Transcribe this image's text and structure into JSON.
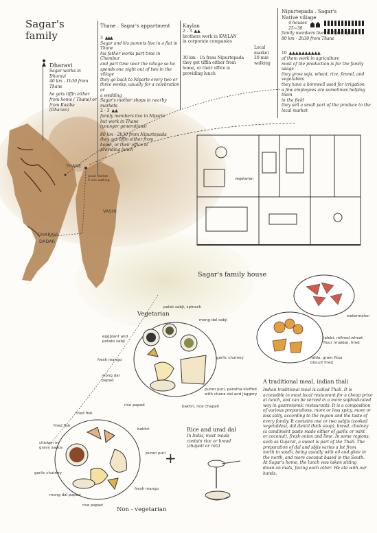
{
  "title": {
    "line1": "Sagar's",
    "line2": "family"
  },
  "dharavi": {
    "heading": "Dharavi",
    "lines": [
      "Sagar works in",
      "Dharavi",
      "40 km - 1h30 from",
      "Thane"
    ],
    "lines2": [
      "he gets tiffin either",
      "from home ( Thane) or",
      "from Kasiba",
      "(Dharavi)"
    ]
  },
  "thane": {
    "heading": "Thane . Sagar's appartment",
    "count1": "3",
    "lines1": [
      "Sagar and his parents live in a flat in",
      "Thane",
      "his father works part time in Chembur",
      "and part time near the village so he",
      "spends one night out of two in the",
      "village",
      "they go back to Niparte every two or",
      "three weeks, usually for a celebration or",
      "a wedding",
      "Sagar's mother shops in nearby markets"
    ],
    "count2": "2 - 3",
    "lines2": [
      "family members live in Niparte",
      "but work in Thane",
      "(younger generations)",
      "",
      "80 km - 2h30 from Nipurtepada",
      "they get tiffin either from",
      "home, or their office is",
      "providing lunch"
    ]
  },
  "kaylan": {
    "heading": "Kaylan",
    "count": "2 - 3",
    "lines1": [
      "brothers work in KAYLAN",
      "in corporate companies"
    ],
    "lines2": [
      "30 km - 1h from Nipurtepada",
      "they get tiffin either from",
      "home, or their office is",
      "providing lunch"
    ]
  },
  "local_market": {
    "lines": [
      "Local",
      "market",
      "20 min",
      "walking"
    ]
  },
  "nipurtepada": {
    "heading1": "Nipurtepada . Sagar's",
    "heading2": "Native village",
    "houses": "4 houses",
    "range": "25~30",
    "lines0": [
      "family members live in Nipurtepada",
      "80 km - 2h30 from Thane"
    ],
    "count": "10",
    "lines": [
      "of them work in agriculture",
      "most of the production is for the family usage",
      "they grow soja, wheat, rice, fennel, and",
      "vegetables",
      "they have a borewell used for irrigation",
      "a few employees are sometimes helping them",
      "in the field",
      "they sell a small part of the produce to the",
      "local market"
    ]
  },
  "map": {
    "thane": "THANE",
    "dharavi": "DHARAVI",
    "dadar": "DADAR",
    "vashi": "VASHI",
    "local_note1": "Local market",
    "local_note2": "5 min walking"
  },
  "house": {
    "caption": "Sagar's family house",
    "room_label": "vegetarian"
  },
  "veg": {
    "title": "Vegetarian",
    "items": [
      "palak sabji, spinach",
      "mong dal sabji",
      "eggplant and",
      "potato sabji",
      "garlic chutney",
      "fresh mango",
      "mong dal",
      "papad",
      "puran puri, paratha stuffed",
      "with chana dal and jaggery",
      "rice papad",
      "bakhri, rice chapati"
    ]
  },
  "sweets": {
    "items": [
      "watermelon",
      "jalebi, refined wheat",
      "flour (maida), fried",
      "fafda, gram flour",
      "biscuit fried"
    ]
  },
  "thali": {
    "title": "A traditional meal, indian thali",
    "lines": [
      "Indian traditional meal is called Thali. It is",
      "accessible in most local restaurant for a cheap price",
      "at lunch, and can be served in a more sophisticated",
      "way in gastronomic restaurants. It is a composition",
      "of various preparations, more or less spicy, more or",
      "less salty, according to the region and the taste of",
      "every family. It contains one or two sabjis (cooked",
      "vegetables), dal (lentil thick soup), bread, chutney",
      "(a condiment paste made either of garlic or mint",
      "or coconut), fresh onion and lime. In some regions,",
      "such as Gujarat, a sweet is part of the Thali. The",
      "preparation of dal and sbjis varies a lot from",
      "north to south, being usually with oil and ghee in",
      "the north, and more coconut based in the South.",
      "At Sagar's home, the lunch was taken sitting",
      "down on mats, facing each other. We ate with our",
      "hands."
    ]
  },
  "nonveg": {
    "title": "Non - vegetarian",
    "items": [
      "fried fish",
      "fried fish",
      "chicken in",
      "gravy sauce",
      "bakhri",
      "puran puri",
      "garlic chutney",
      "fresh mango",
      "mong dal papad",
      "rice papad"
    ]
  },
  "rice": {
    "plus": "+",
    "title": "Rice and urad dal",
    "lines": [
      "In India, most meals",
      "contain rice or bread",
      "(chapati or roti)"
    ]
  },
  "colors": {
    "map_land": "#b58a5c",
    "wash": "#c9a97f",
    "ink": "#2a2a2a",
    "red": "#c44a3a"
  }
}
